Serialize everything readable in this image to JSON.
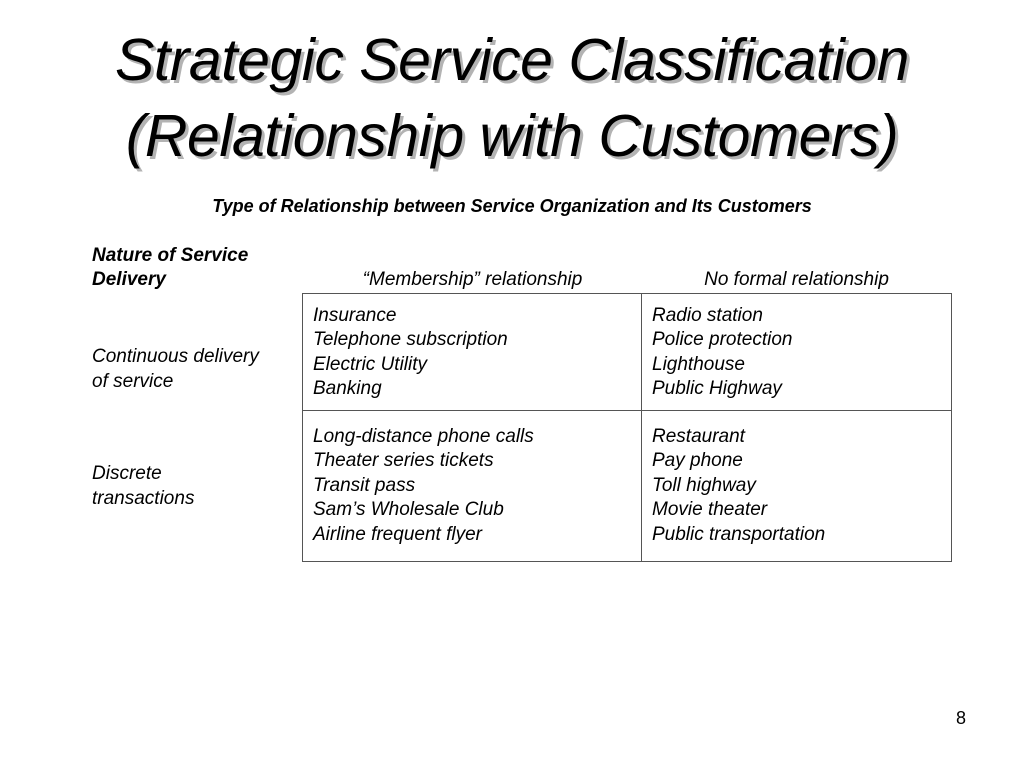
{
  "title": {
    "line1": "Strategic Service Classification",
    "line2": "(Relationship with Customers)"
  },
  "subtitle": "Type of Relationship between Service Organization and Its Customers",
  "row_header_title": {
    "line1": "Nature of Service",
    "line2": "Delivery"
  },
  "columns": [
    "“Membership” relationship",
    "No formal relationship"
  ],
  "rows": [
    {
      "label": [
        "Continuous delivery",
        "of service"
      ],
      "cells": [
        [
          "Insurance",
          "Telephone subscription",
          "Electric Utility",
          "Banking"
        ],
        [
          "Radio station",
          "Police protection",
          "Lighthouse",
          "Public Highway"
        ]
      ]
    },
    {
      "label": [
        "Discrete",
        "transactions"
      ],
      "cells": [
        [
          "Long-distance phone calls",
          "Theater series tickets",
          "Transit pass",
          "Sam’s Wholesale Club",
          "Airline frequent flyer"
        ],
        [
          "Restaurant",
          "Pay phone",
          "Toll highway",
          "Movie theater",
          "Public transportation"
        ]
      ]
    }
  ],
  "page_number": "8"
}
